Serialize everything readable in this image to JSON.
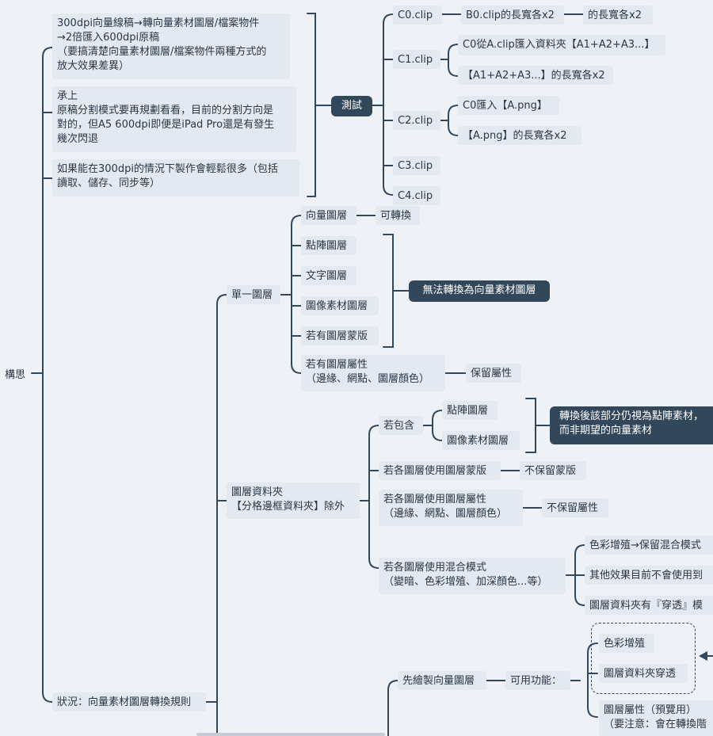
{
  "mindmap": {
    "root": "構思",
    "notes": [
      "300dpi向量線稿→轉向量素材圖層/檔案物件\n→2倍匯入600dpi原稿\n（要搞清楚向量素材圖層/檔案物件兩種方式的\n放大效果差異）",
      "承上\n原稿分割模式要再規劃看看，目前的分割方向是\n對的，但A5 600dpi即便是iPad Pro還是有發生\n幾次閃退",
      "如果能在300dpi的情況下製作會輕鬆很多（包括\n讀取、儲存、同步等）"
    ],
    "test": {
      "label": "測試",
      "c0": "C0.clip",
      "c0_child": "B0.clip的長寬各x2",
      "c0_grandchild": "的長寬各x2",
      "c1": "C1.clip",
      "c1_child1": "C0從A.clip匯入資料夾【A1+A2+A3...】",
      "c1_child2": "【A1+A2+A3...】的長寬各x2",
      "c2": "C2.clip",
      "c2_child1": "C0匯入【A.png】",
      "c2_child2": "【A.png】的長寬各x2",
      "c3": "C3.clip",
      "c4": "C4.clip"
    },
    "status": {
      "label": "狀況：向量素材圖層轉換規則",
      "single": {
        "label": "單一圖層",
        "vector_layer": "向量圖層",
        "convertible": "可轉換",
        "raster_layer": "點陣圖層",
        "text_layer": "文字圖層",
        "image_layer": "圖像素材圖層",
        "mask": "若有圖層蒙版",
        "cannot_convert": "無法轉換為向量素材圖層",
        "properties": "若有圖層屬性\n（邊緣、網點、圖層顏色）",
        "keep_properties": "保留屬性"
      },
      "folder": {
        "label": "圖層資料夾\n【分格邊框資料夾】除外",
        "contains": "若包含",
        "raster_layer": "點陣圖層",
        "image_layer": "圖像素材圖層",
        "result": "轉換後該部分仍視為點陣素材，\n而非期望的向量素材",
        "use_mask": "若各圖層使用圖層蒙版",
        "no_mask": "不保留蒙版",
        "use_props": "若各圖層使用圖層屬性\n（邊緣、網點、圖層顏色）",
        "no_props": "不保留屬性",
        "use_blend": "若各圖層使用混合模式\n（變暗、色彩增殖、加深顏色...等）",
        "blend_a": "色彩增殖→保留混合模式",
        "blend_b": "其他效果目前不會使用到",
        "blend_c": "圖層資料夾有『穿透』模"
      },
      "draw_first": {
        "label": "先繪製向量圖層",
        "available": "可用功能：",
        "multiply": "色彩增殖",
        "passthrough": "圖層資料夾穿透",
        "props_preview": "圖層屬性（預覽用）\n（要注意：會在轉換階"
      }
    }
  }
}
